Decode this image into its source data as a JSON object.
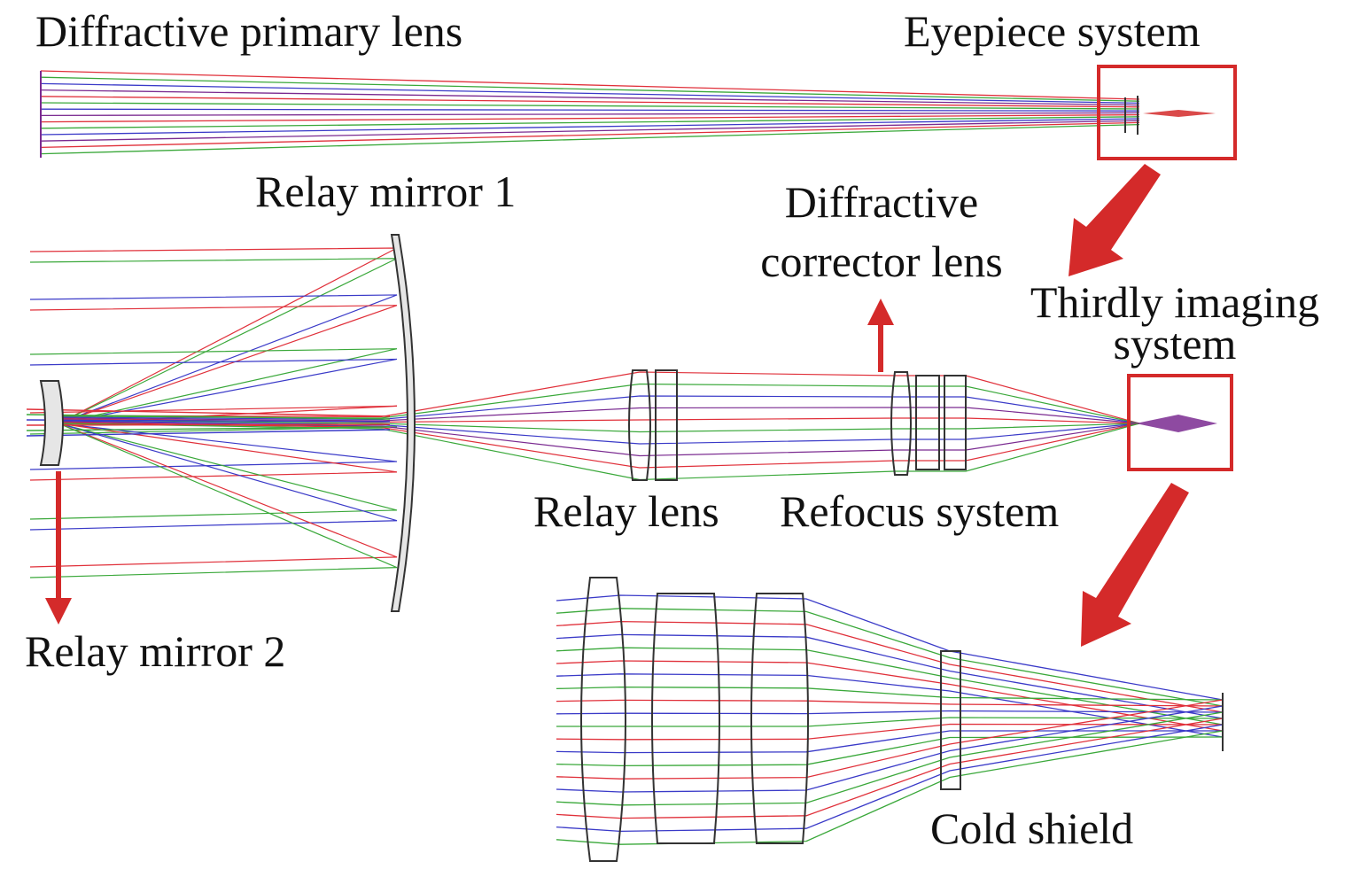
{
  "labels": {
    "diffractive_primary_lens": "Diffractive primary lens",
    "eyepiece_system": "Eyepiece system",
    "relay_mirror_1": "Relay mirror 1",
    "diffractive_corrector_lens_line1": "Diffractive",
    "diffractive_corrector_lens_line2": "corrector lens",
    "thirdly_imaging_system_line1": "Thirdly imaging",
    "thirdly_imaging_system_line2": "system",
    "relay_lens": "Relay lens",
    "refocus_system": "Refocus system",
    "relay_mirror_2": "Relay mirror 2",
    "cold_shield": "Cold shield"
  },
  "colors": {
    "ray_red": "#e0303a",
    "ray_green": "#3aa83a",
    "ray_blue": "#3a3ac8",
    "ray_purple": "#7a2a90",
    "highlight": "#d42a2a",
    "lens_outline": "#333333",
    "mirror_fill": "#e6e6e6"
  }
}
